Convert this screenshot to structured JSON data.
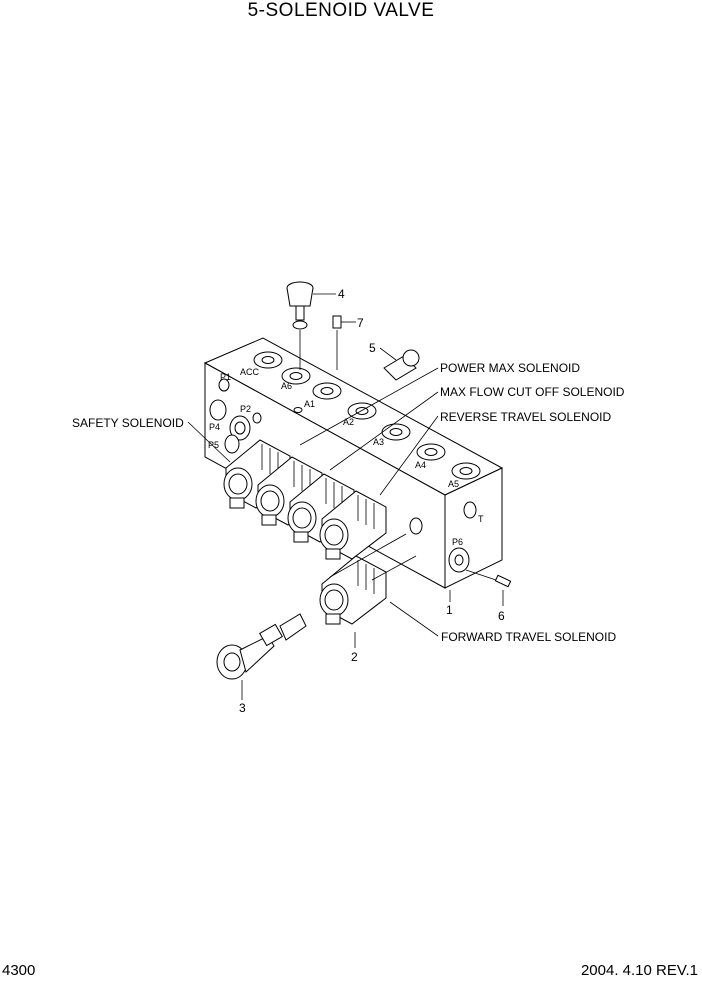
{
  "title": "5-SOLENOID VALVE",
  "footer": {
    "page": "4300",
    "date_rev": "2004. 4.10  REV.1"
  },
  "callouts": {
    "power_max": "POWER MAX SOLENOID",
    "max_flow": "MAX FLOW CUT OFF SOLENOID",
    "reverse_travel": "REVERSE TRAVEL SOLENOID",
    "safety": "SAFETY SOLENOID",
    "forward_travel": "FORWARD TRAVEL SOLENOID"
  },
  "part_numbers": {
    "n1": "1",
    "n2": "2",
    "n3": "3",
    "n4": "4",
    "n5": "5",
    "n6": "6",
    "n7": "7"
  },
  "ports": {
    "p1": "P1",
    "acc": "ACC",
    "a6": "A6",
    "a1": "A1",
    "a2": "A2",
    "a3": "A3",
    "a4": "A4",
    "a5": "A5",
    "p2": "P2",
    "p4": "P4",
    "p5": "P5",
    "p6": "P6",
    "t": "T"
  }
}
